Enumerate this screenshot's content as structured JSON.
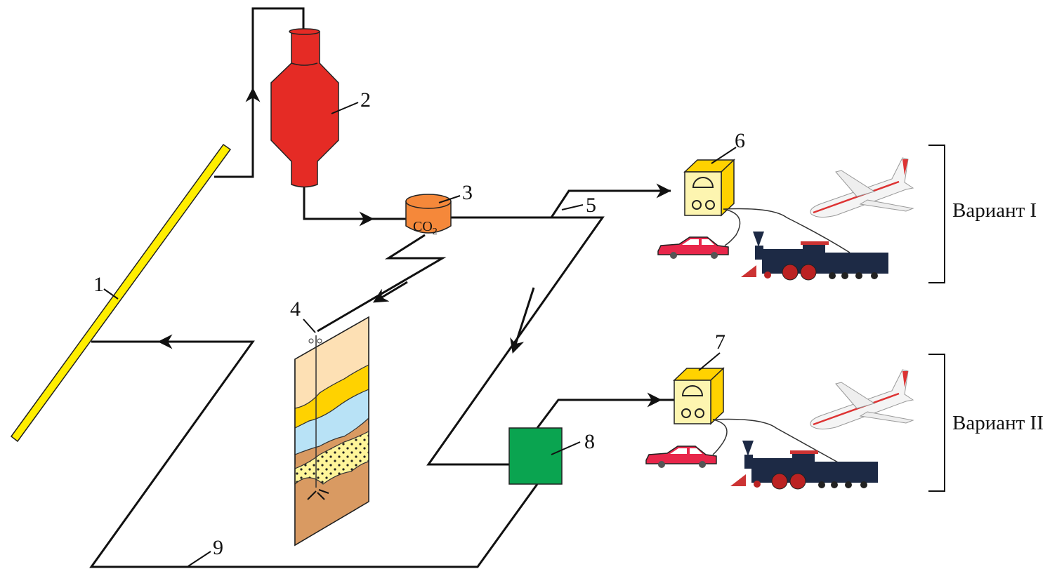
{
  "labels": {
    "n1": "1",
    "n2": "2",
    "n3": "3",
    "n4": "4",
    "n5": "5",
    "n6": "6",
    "n7": "7",
    "n8": "8",
    "n9": "9"
  },
  "tank": {
    "text": "CO",
    "subscript": "2"
  },
  "variants": {
    "v1": "Вариант I",
    "v2": "Вариант II"
  },
  "colors": {
    "solar_bar": "#ffee00",
    "reactor": "#e52b25",
    "co2_tank": "#f5883a",
    "green_unit": "#0aa450",
    "device_front": "#fdf5b0",
    "device_side": "#ffd200",
    "car": "#e8264a"
  },
  "icons": [
    "airplane-icon",
    "car-icon",
    "locomotive-icon",
    "meter-device-icon"
  ]
}
